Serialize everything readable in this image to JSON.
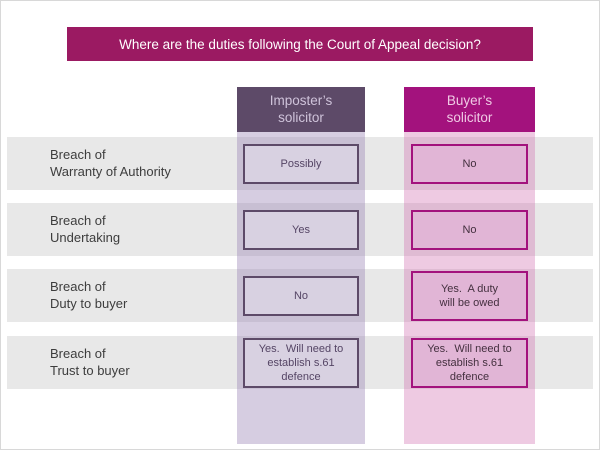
{
  "title": "Where are the duties following the Court of Appeal decision?",
  "columns": {
    "imposter": "Imposter’s\nsolicitor",
    "buyer": "Buyer’s\nsolicitor"
  },
  "rows": [
    {
      "label": "Breach of\nWarranty of Authority",
      "imposter": "Possibly",
      "buyer": "No"
    },
    {
      "label": "Breach of\nUndertaking",
      "imposter": "Yes",
      "buyer": "No"
    },
    {
      "label": "Breach of\nDuty to buyer",
      "imposter": "No",
      "buyer": "Yes.  A duty\nwill be owed"
    },
    {
      "label": "Breach of\nTrust to buyer",
      "imposter": "Yes.  Will need to\nestablish s.61\ndefence",
      "buyer": "Yes.  Will need to\nestablish s.61\ndefence"
    }
  ],
  "colors": {
    "banner-bg": "#9b1a62",
    "imposter-header-bg": "#5d4a68",
    "buyer-header-bg": "#a3127d",
    "band-bg": "#e8e8e8",
    "imposter-cell-bg": "#d8d1e1",
    "buyer-cell-bg": "#e1b5d6"
  }
}
